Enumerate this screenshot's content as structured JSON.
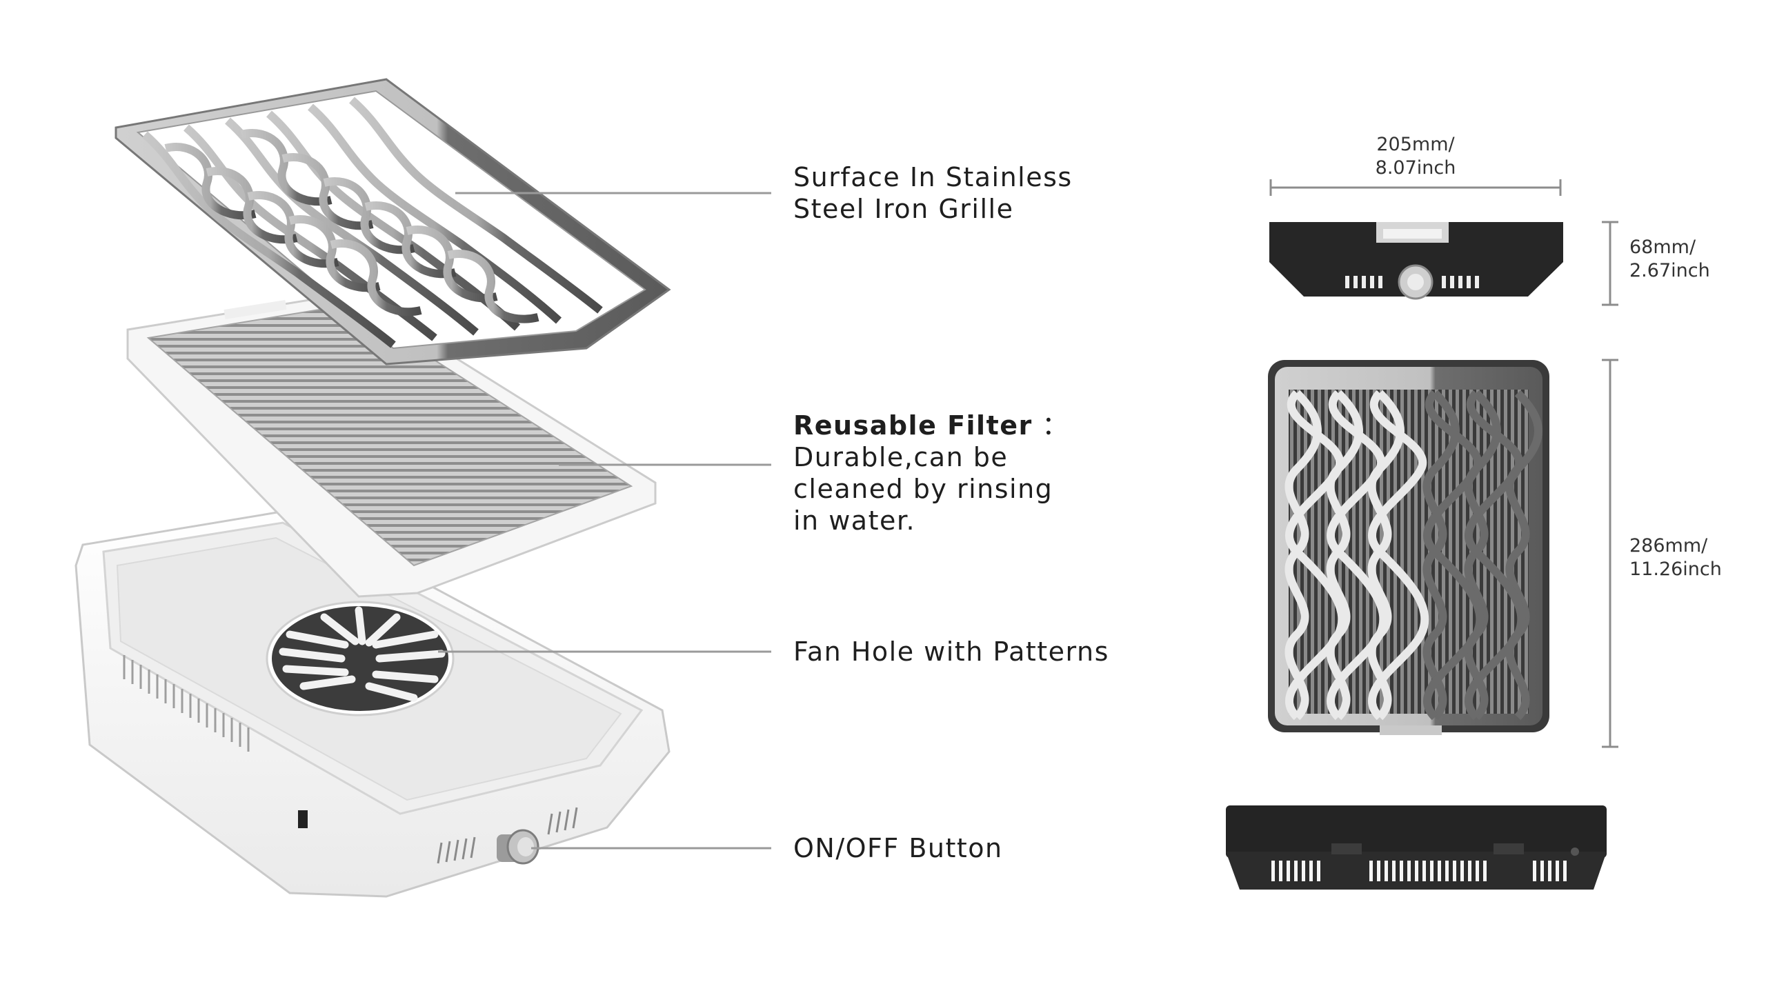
{
  "callouts": {
    "grille": {
      "line1": "Surface In Stainless",
      "line2": "Steel Iron Grille"
    },
    "filter": {
      "title": "Reusable Filter",
      "separator": "：",
      "line1": "Durable,can be",
      "line2": "cleaned by rinsing",
      "line3": "in water."
    },
    "fan": {
      "line1": "Fan Hole with Patterns"
    },
    "button": {
      "line1": "ON/OFF Button"
    }
  },
  "dimensions": {
    "width": {
      "mm": "205mm/",
      "inch": "8.07inch"
    },
    "height": {
      "mm": "68mm/",
      "inch": "2.67inch"
    },
    "length": {
      "mm": "286mm/",
      "inch": "11.26inch"
    }
  },
  "colors": {
    "leader_line": "#9a9a9a",
    "dimension_line": "#8c8c8c",
    "device_white": "#fafafa",
    "device_black": "#262626",
    "steel_light": "#bdbdbd",
    "steel_dark": "#5a5a5a"
  }
}
